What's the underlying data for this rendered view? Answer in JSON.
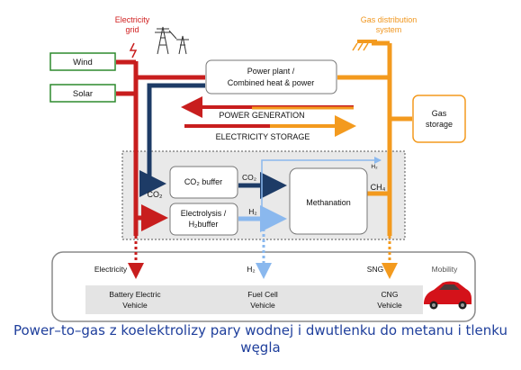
{
  "diagram": {
    "electricity_grid_label": [
      "Electricity",
      "grid"
    ],
    "gas_distribution_label": [
      "Gas distribution",
      "system"
    ],
    "wind_label": "Wind",
    "solar_label": "Solar",
    "power_plant_label": [
      "Power plant /",
      "Combined heat & power"
    ],
    "gas_storage_label": [
      "Gas",
      "storage"
    ],
    "power_generation_label": "POWER GENERATION",
    "electricity_storage_label": "ELECTRICITY STORAGE",
    "co2_buffer_label": "CO₂ buffer",
    "electrolysis_label": [
      "Electrolysis /",
      "H₂buffer"
    ],
    "methanation_label": "Methanation",
    "co2_left_label": "CO₂",
    "co2_arrow_label": "CO₂",
    "h2_arrow_label": "H₂",
    "h2_small_label": "H₂",
    "ch4_label": "CH₄",
    "mobility": {
      "electricity_label": "Electricity",
      "h2_label": "H₂",
      "sng_label": "SNG",
      "mobility_label": "Mobility",
      "battery_vehicle_label": [
        "Battery Electric",
        "Vehicle"
      ],
      "fuel_cell_vehicle_label": [
        "Fuel Cell",
        "Vehicle"
      ],
      "cng_vehicle_label": [
        "CNG",
        "Vehicle"
      ]
    },
    "colors": {
      "electricity": "#c81e1e",
      "gas": "#f39a1e",
      "co2": "#1d3b66",
      "hydrogen": "#8ab8ee",
      "label_red": "#d01e1e",
      "label_orange": "#f0961e",
      "caption": "#1f3f9c"
    }
  },
  "caption": [
    "Power–to–gas z koelektrolizy pary wodnej i dwutlenku do metanu i tlenku",
    "węgla"
  ]
}
